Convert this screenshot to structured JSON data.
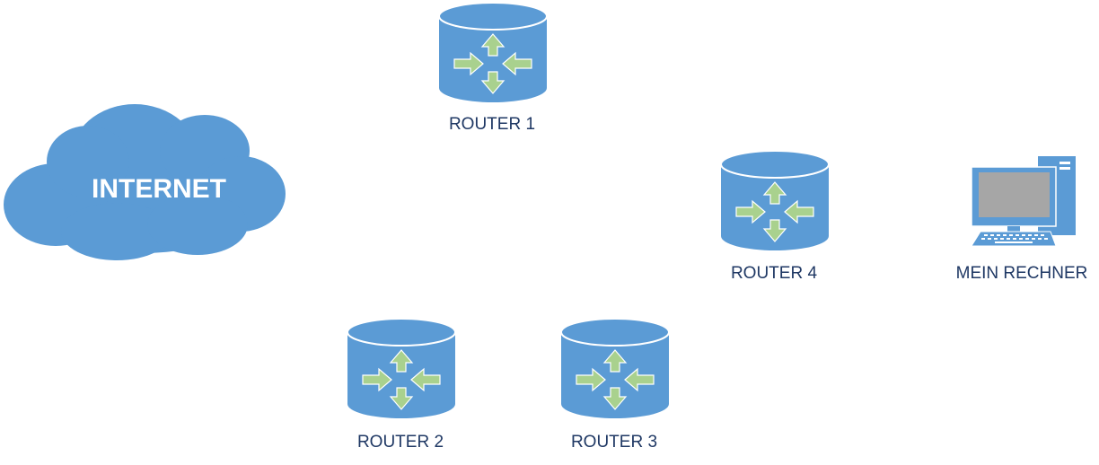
{
  "colors": {
    "shape_fill": "#5b9bd5",
    "shape_top": "#5b9bd5",
    "shape_outline": "#ffffff",
    "arrow_fill": "#a9d18e",
    "label_text": "#1f3864",
    "cloud_text": "#ffffff"
  },
  "internet": {
    "label": "INTERNET",
    "icon": "cloud-icon"
  },
  "routers": [
    {
      "label": "ROUTER 1",
      "icon": "router-icon"
    },
    {
      "label": "ROUTER 2",
      "icon": "router-icon"
    },
    {
      "label": "ROUTER 3",
      "icon": "router-icon"
    },
    {
      "label": "ROUTER 4",
      "icon": "router-icon"
    }
  ],
  "computer": {
    "label": "MEIN RECHNER",
    "icon": "desktop-computer-icon"
  }
}
